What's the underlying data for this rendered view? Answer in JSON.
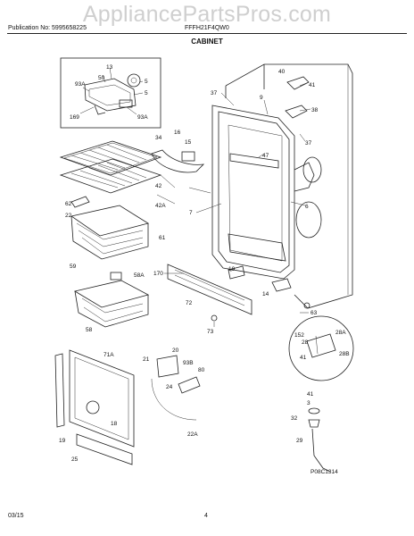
{
  "watermark": "AppliancePartsPros.com",
  "header": {
    "publication": "Publication No: 5995658225",
    "model": "FFFH21F4QW0"
  },
  "section_title": "CABINET",
  "footer": {
    "date": "03/15",
    "page": "4"
  },
  "callouts": {
    "c13": "13",
    "c50": "50",
    "c5": "5",
    "c93A": "93A",
    "c169": "169",
    "c93A_b": "93A",
    "c34": "34",
    "c16": "16",
    "c15": "15",
    "c37a": "37",
    "c9": "9",
    "c40": "40",
    "c41a": "41",
    "c38": "38",
    "c37b": "37",
    "c47": "47",
    "c42a": "42",
    "c42b": "42A",
    "c62": "62",
    "c22": "22",
    "c7": "7",
    "c6": "6",
    "c61": "61",
    "c59": "59",
    "c58A": "58A",
    "c170": "170",
    "c10": "10",
    "c14": "14",
    "c72": "72",
    "c58": "58",
    "c63": "63",
    "c73": "73",
    "c152": "152",
    "c28": "28",
    "c28A": "28A",
    "c28B": "28B",
    "c41b": "41",
    "c20": "20",
    "c71A": "71A",
    "c21": "21",
    "c93B": "93B",
    "c80": "80",
    "c24": "24",
    "c18": "18",
    "c22A": "22A",
    "c19": "19",
    "c25": "25",
    "c41c": "41",
    "c3": "3",
    "c32": "32",
    "c29": "29",
    "code": "P08C1314"
  }
}
